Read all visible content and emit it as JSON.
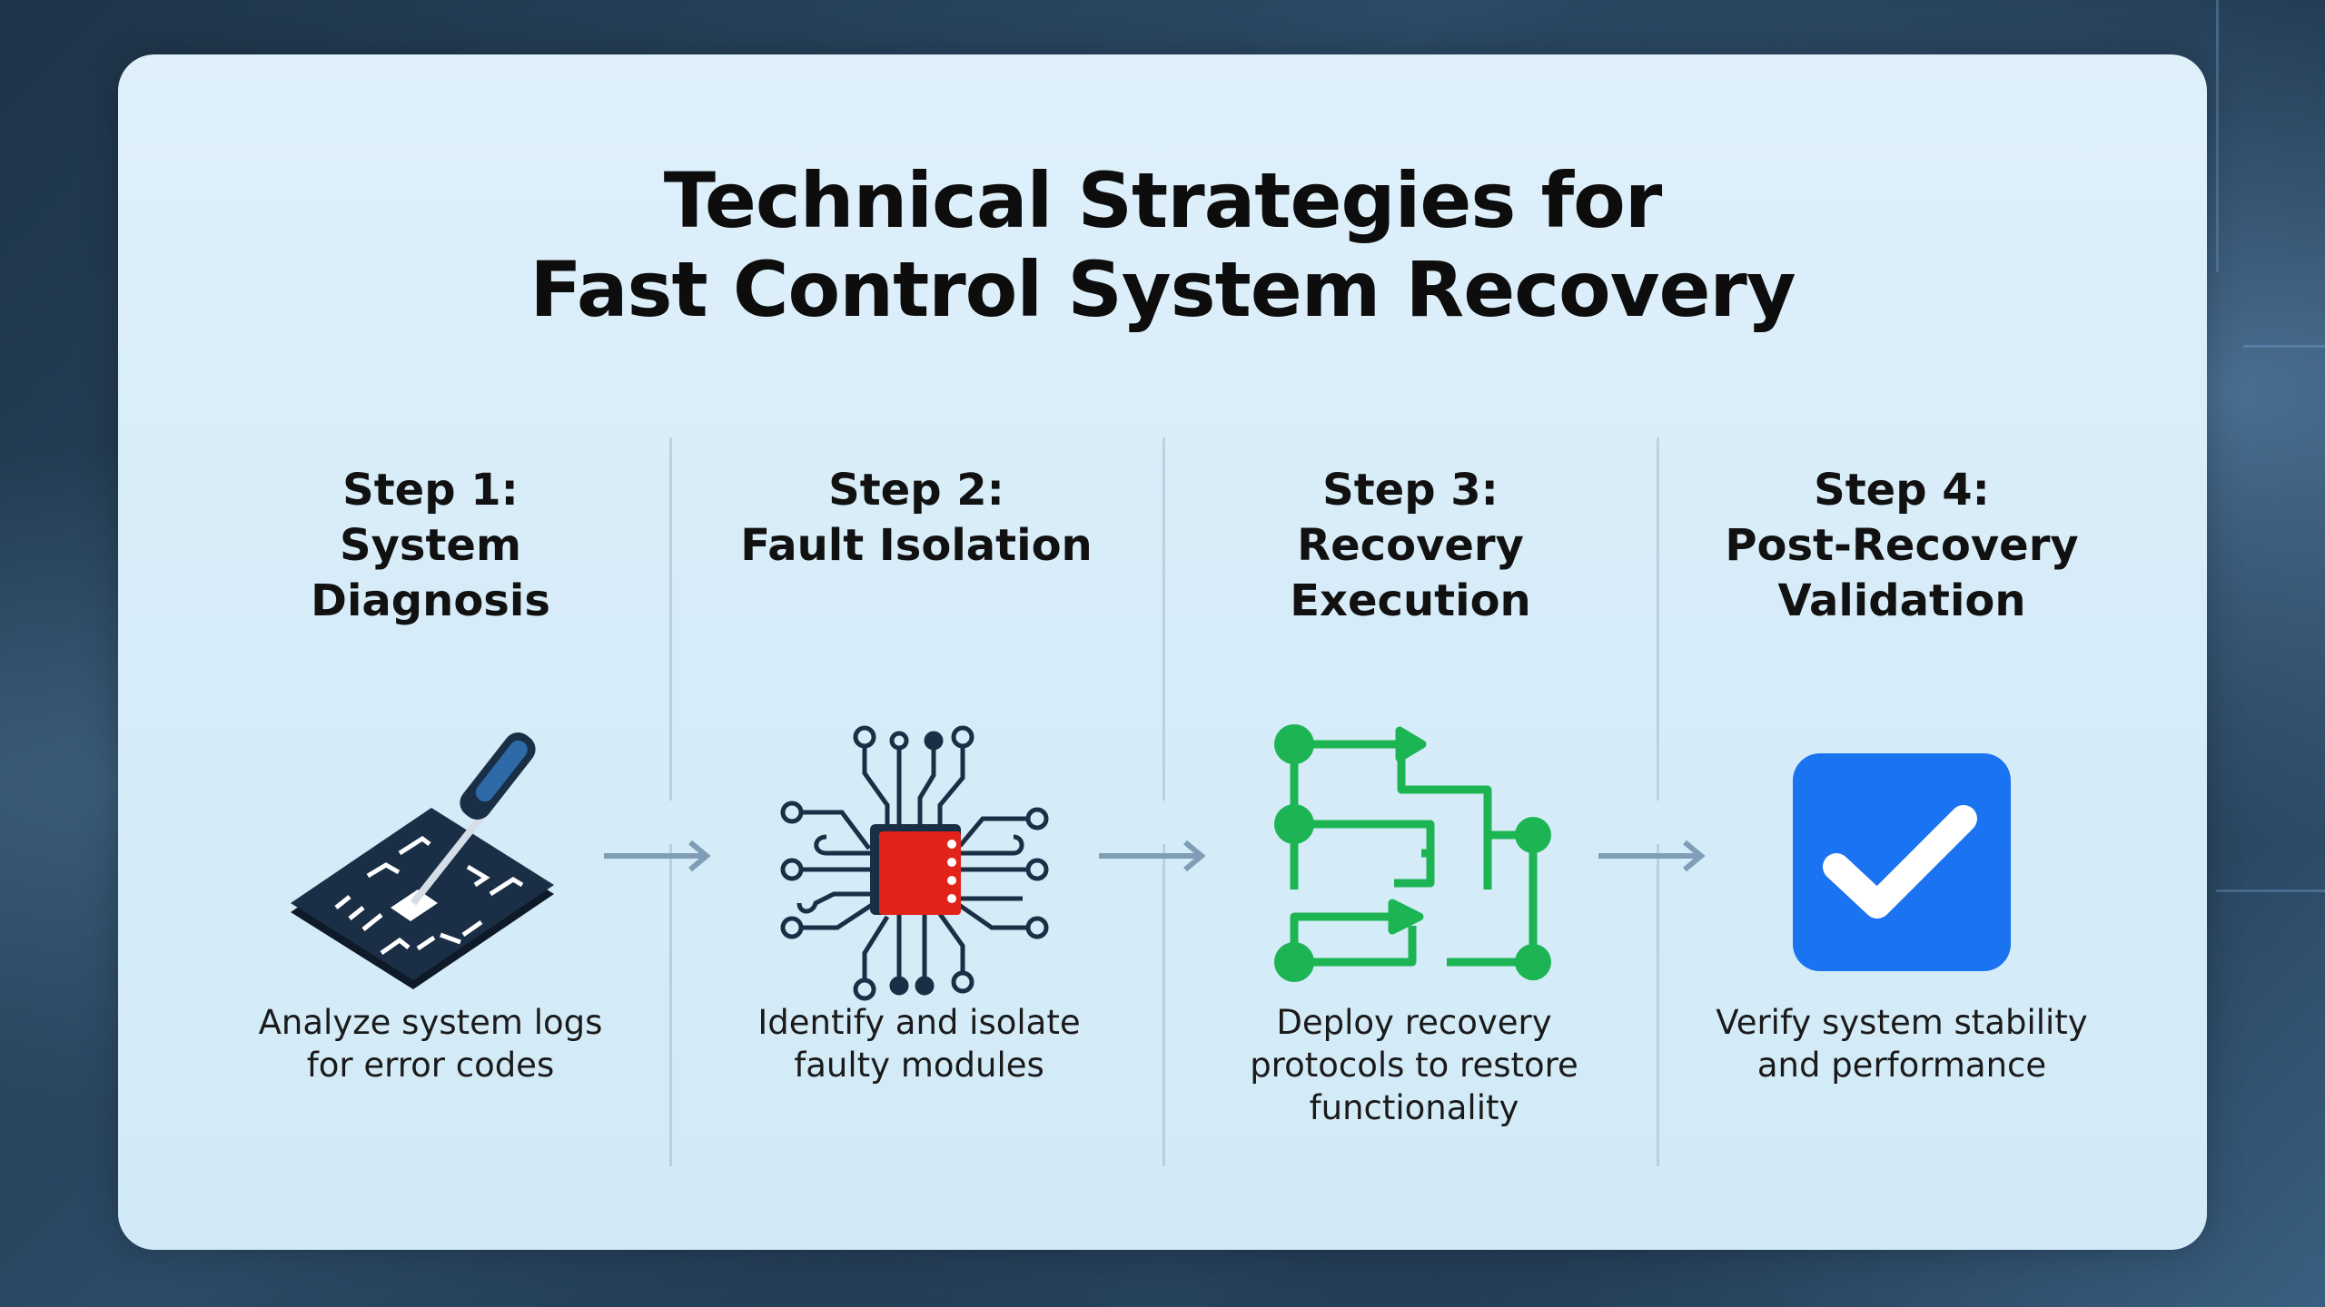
{
  "title": {
    "line1": "Technical Strategies for",
    "line2": "Fast Control System Recovery"
  },
  "steps": [
    {
      "heading1": "Step 1:",
      "heading2": "System",
      "heading3": "Diagnosis",
      "desc1": "Analyze system logs",
      "desc2": "for error codes",
      "icon": "screwdriver-circuit-board-icon"
    },
    {
      "heading1": "Step 2:",
      "heading2": "Fault Isolation",
      "desc1": "Identify and isolate",
      "desc2": "faulty modules",
      "icon": "microchip-icon"
    },
    {
      "heading1": "Step 3:",
      "heading2": "Recovery",
      "heading3": "Execution",
      "desc1": "Deploy recovery",
      "desc2": "protocols to restore",
      "desc3": "functionality",
      "icon": "workflow-paths-icon"
    },
    {
      "heading1": "Step 4:",
      "heading2": "Post-Recovery",
      "heading3": "Validation",
      "desc1": "Verify system stability",
      "desc2": "and performance",
      "icon": "checkmark-icon"
    }
  ],
  "colors": {
    "accent_blue": "#1a73f0",
    "green": "#1db454",
    "red": "#e2231a",
    "navy": "#1a2e45",
    "arrow": "#7f9db5"
  }
}
